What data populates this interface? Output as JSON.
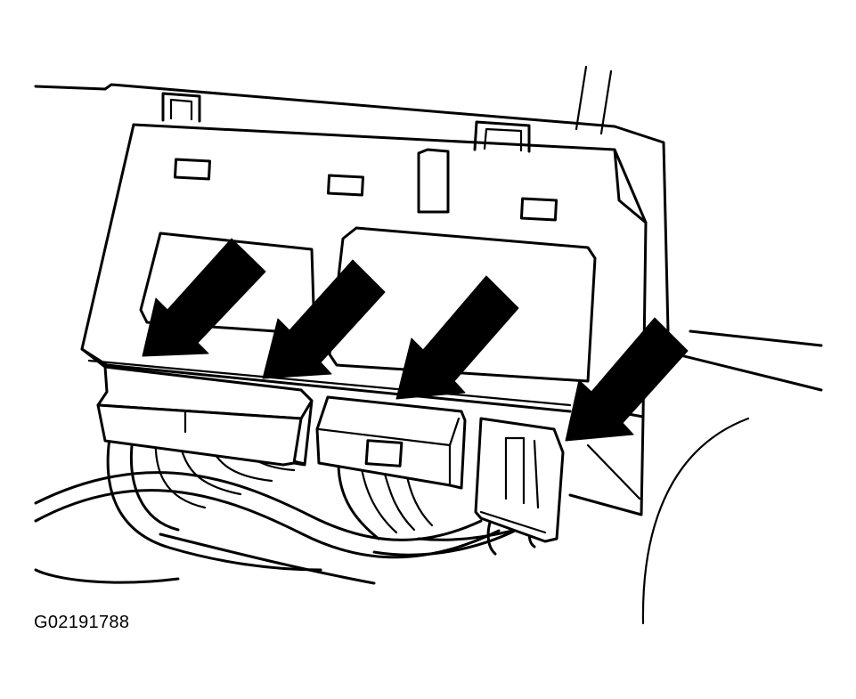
{
  "figure": {
    "code": "G02191788",
    "line_color": "#000000",
    "background": "#ffffff",
    "callout_arrows": 4,
    "connectors": 3
  }
}
